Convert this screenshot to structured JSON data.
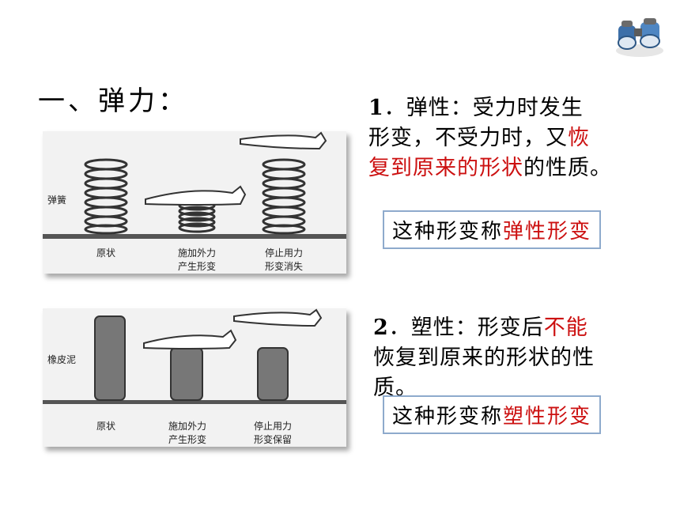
{
  "heading": "一、弹力：",
  "section1": {
    "num": "1",
    "line1": "．弹性：受力时发生",
    "line2": "形变，不受力时，又",
    "line2_red": "恢",
    "line3_red": "复到原来的形状",
    "line3_end": "的性质。",
    "box_prefix": "这种形变称",
    "box_red": "弹性形变"
  },
  "section2": {
    "num": "2",
    "line1": "．塑性：形变后",
    "line1_red": "不能",
    "line2": "恢复到原来的形状的性",
    "line3": "质。",
    "box_prefix": "这种形变称",
    "box_red": "塑性形变"
  },
  "figure1": {
    "side_label": "弹簧",
    "captions": [
      {
        "l1": "原状",
        "l2": ""
      },
      {
        "l1": "施加外力",
        "l2": "产生形变"
      },
      {
        "l1": "停止用力",
        "l2": "形变消失"
      }
    ]
  },
  "figure2": {
    "side_label": "橡皮泥",
    "captions": [
      {
        "l1": "原状",
        "l2": ""
      },
      {
        "l1": "施加外力",
        "l2": "产生形变"
      },
      {
        "l1": "停止用力",
        "l2": "形变保留"
      }
    ]
  },
  "colors": {
    "accent_red": "#cc1010",
    "box_border": "#8eaacc"
  },
  "icons": [
    "binoculars-icon"
  ]
}
